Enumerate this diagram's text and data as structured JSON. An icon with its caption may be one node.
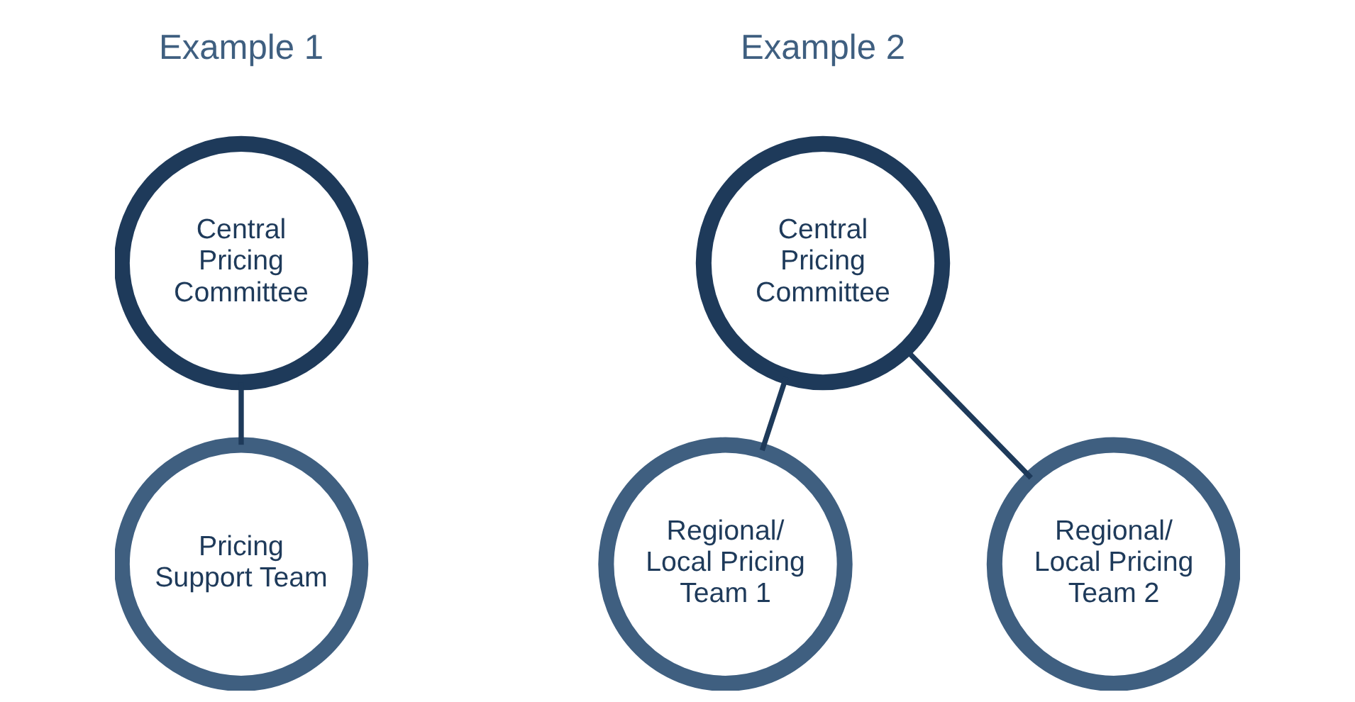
{
  "diagram": {
    "nodes": [
      {
        "text": [
          "Central Pricing Committee"
        ]
      },
      {
        "text": [
          "Pricing Support Team"
        ]
      },
      {
        "text": [
          "Central Pricing Committee"
        ]
      },
      {
        "text": [
          "Regional/ Local Pricing Team 1"
        ]
      },
      {
        "text": [
          "Regional/ Local Pricing Team 2"
        ]
      }
    ],
    "edges": [
      {
        "from": 0,
        "to": 1,
        "arrow": "none"
      },
      {
        "from": 2,
        "to": 3,
        "arrow": "none"
      },
      {
        "from": 2,
        "to": 4,
        "arrow": "none"
      }
    ],
    "labels": [
      "Example 1",
      "Example 2"
    ]
  }
}
